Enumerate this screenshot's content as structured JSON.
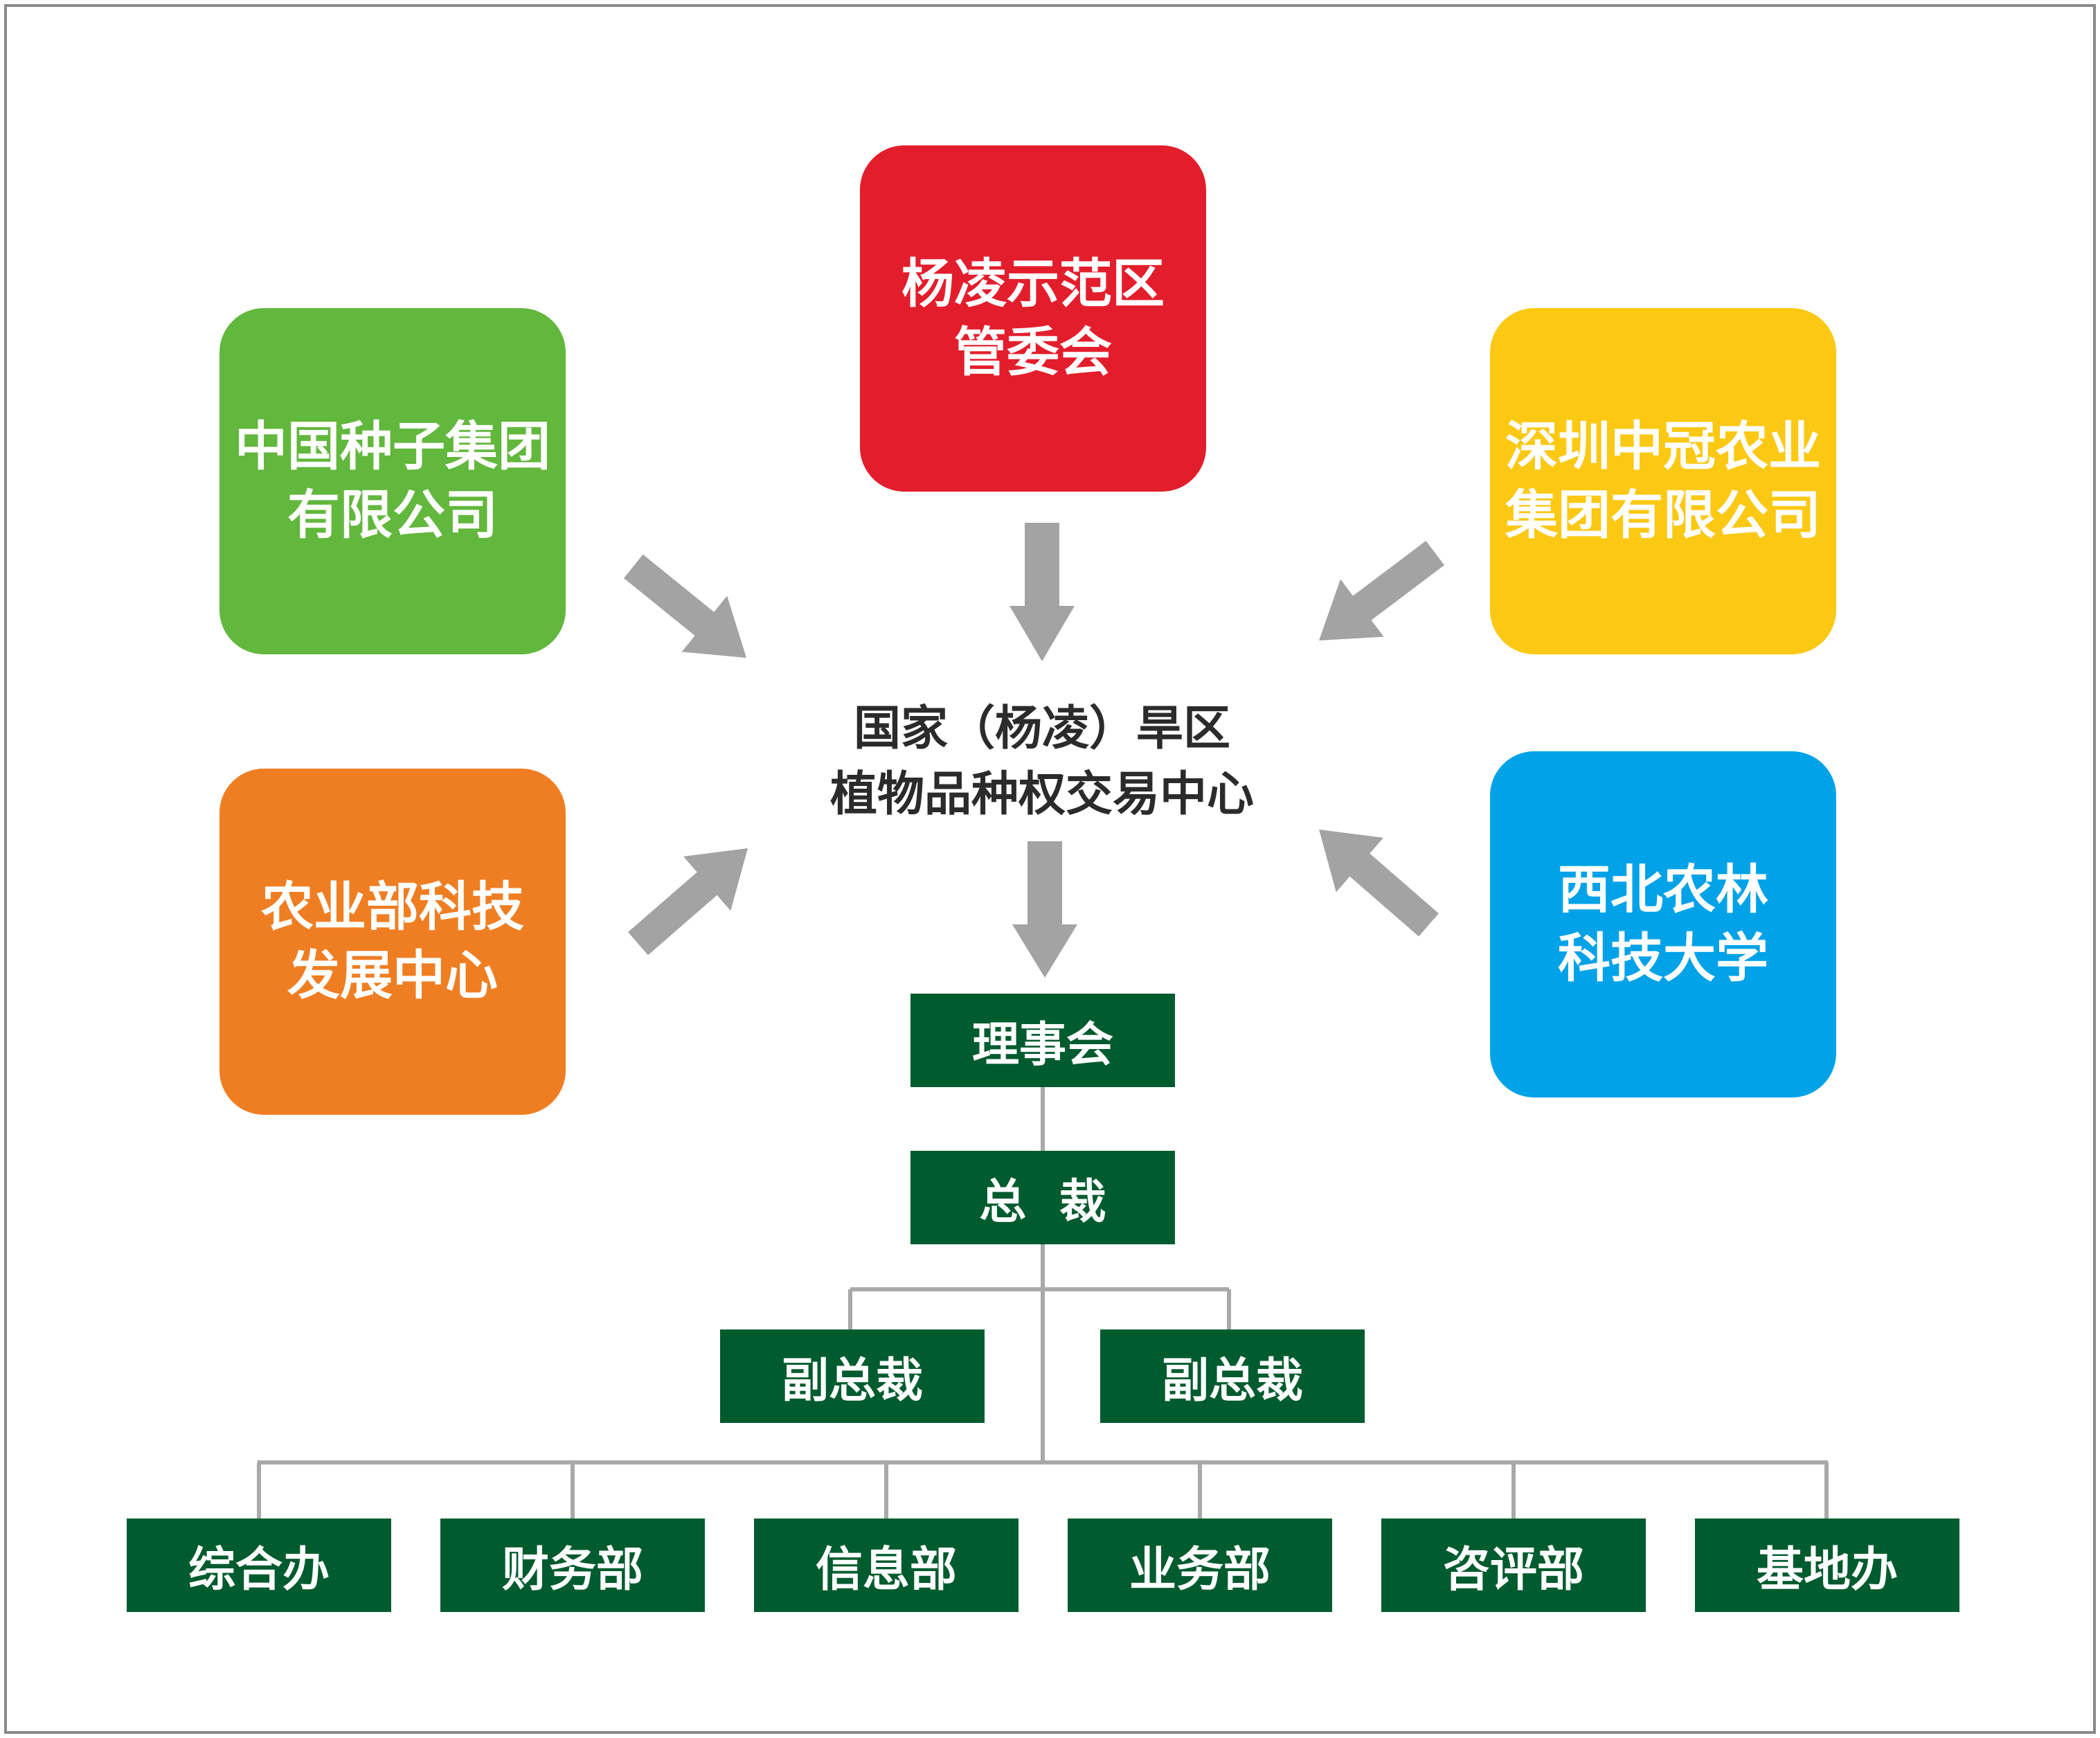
{
  "colors": {
    "red": "#e31e2c",
    "green": "#62b73d",
    "yellow": "#fbc814",
    "orange": "#ef7e23",
    "blue": "#01a2e7",
    "dark_green": "#005b2e",
    "arrow_gray": "#a3a3a3",
    "line_gray": "#a9a9a9"
  },
  "stakeholders": {
    "red": {
      "line1": "杨凌示范区",
      "line2": "管委会"
    },
    "green": {
      "line1": "中国种子集团",
      "line2": "有限公司"
    },
    "yellow": {
      "line1": "深圳中冠农业",
      "line2": "集团有限公司"
    },
    "orange": {
      "line1": "农业部科技",
      "line2": "发展中心"
    },
    "blue": {
      "line1": "西北农林",
      "line2": "科技大学"
    }
  },
  "center": {
    "line1": "国家（杨凌）旱区",
    "line2": "植物品种权交易中心"
  },
  "org": {
    "board": "理事会",
    "president": "总  裁",
    "vice_presidents": [
      "副总裁",
      "副总裁"
    ],
    "departments": [
      "综合办",
      "财务部",
      "信息部",
      "业务部",
      "咨评部",
      "基地办"
    ]
  }
}
